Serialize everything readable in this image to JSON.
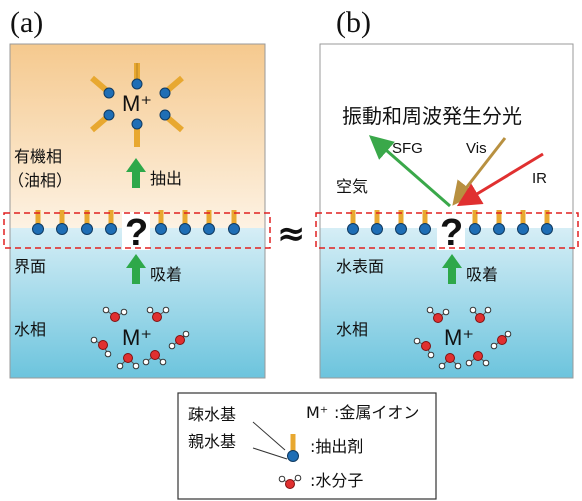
{
  "panels": {
    "a": {
      "label": "(a)",
      "organic_phase": "有機相",
      "organic_phase_sub": "（油相）",
      "extraction": "抽出",
      "interface": "界面",
      "adsorption": "吸着",
      "water_phase": "水相",
      "ion": "M⁺",
      "unknown": "?"
    },
    "b": {
      "label": "(b)",
      "title": "振動和周波発生分光",
      "air": "空気",
      "sfg": "SFG",
      "vis": "Vis",
      "ir": "IR",
      "water_surface": "水表面",
      "adsorption": "吸着",
      "water_phase": "水相",
      "ion": "M⁺",
      "unknown": "?"
    },
    "approx_symbol": "≈"
  },
  "legend": {
    "hydrophobic": "疎水基",
    "hydrophilic": "親水基",
    "metal_ion_symbol": "M⁺",
    "metal_ion": ":金属イオン",
    "extractant": ":抽出剤",
    "water_molecule": ":水分子"
  },
  "colors": {
    "organic_top": "#f5c98e",
    "organic_bottom": "#fdf2e3",
    "water_top": "#d6eef6",
    "water_bottom": "#6cc4dd",
    "tail": "#e8a830",
    "head": "#1f6eb5",
    "oxygen": "#e03030",
    "arrow_green": "#2ea84a",
    "sfg_beam": "#3aa84a",
    "vis_beam": "#b89040",
    "ir_beam": "#e03030",
    "dashed_box": "#e02020"
  }
}
